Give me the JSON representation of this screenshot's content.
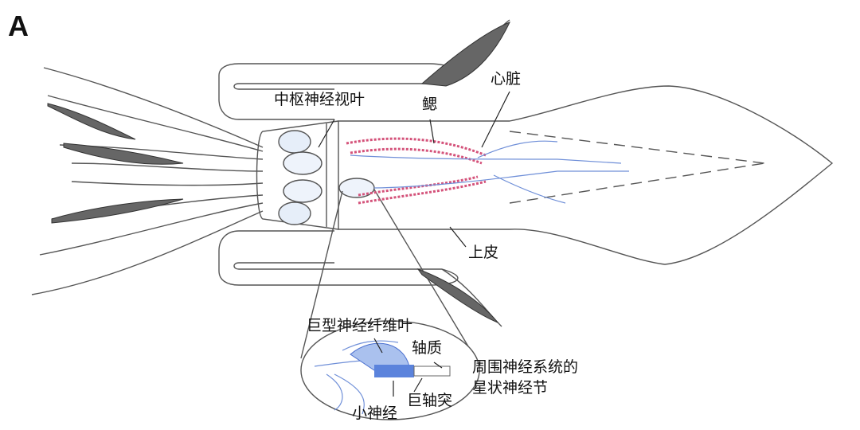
{
  "panel_label": "A",
  "labels": {
    "optic_lobe": "中枢神经视叶",
    "gill": "鳃",
    "heart": "心脏",
    "epidermis": "上皮",
    "giant_fiber_lobe": "巨型神经纤维叶",
    "axoplasm": "轴质",
    "stellate_line1": "周围神经系统的",
    "stellate_line2": "星状神经节",
    "giant_axon": "巨轴突",
    "small_nerve": "小神经"
  },
  "colors": {
    "outline": "#555555",
    "nerve": "#6f8fd8",
    "gill": "#d4527a",
    "ink": "#111111"
  }
}
